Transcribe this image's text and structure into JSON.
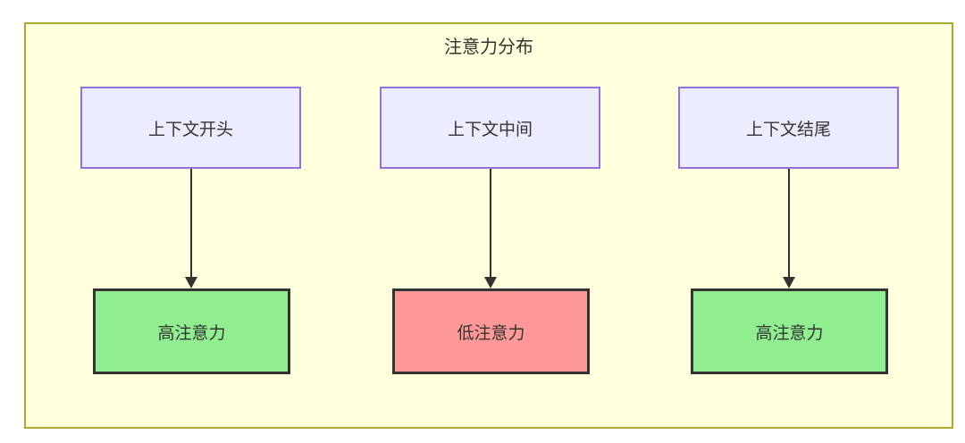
{
  "diagram": {
    "title": "注意力分布",
    "columns": [
      {
        "source": "上下文开头",
        "target": "高注意力",
        "attention_level": "high"
      },
      {
        "source": "上下文中间",
        "target": "低注意力",
        "attention_level": "low"
      },
      {
        "source": "上下文结尾",
        "target": "高注意力",
        "attention_level": "high"
      }
    ],
    "colors": {
      "container_bg": "#ffffde",
      "container_border": "#aaaa33",
      "source_node_bg": "#ECECFF",
      "source_node_border": "#9370DB",
      "high_attention_bg": "#90EE90",
      "low_attention_bg": "#FF9999",
      "result_node_border": "#333333",
      "arrow": "#333333",
      "text": "#333333"
    }
  }
}
